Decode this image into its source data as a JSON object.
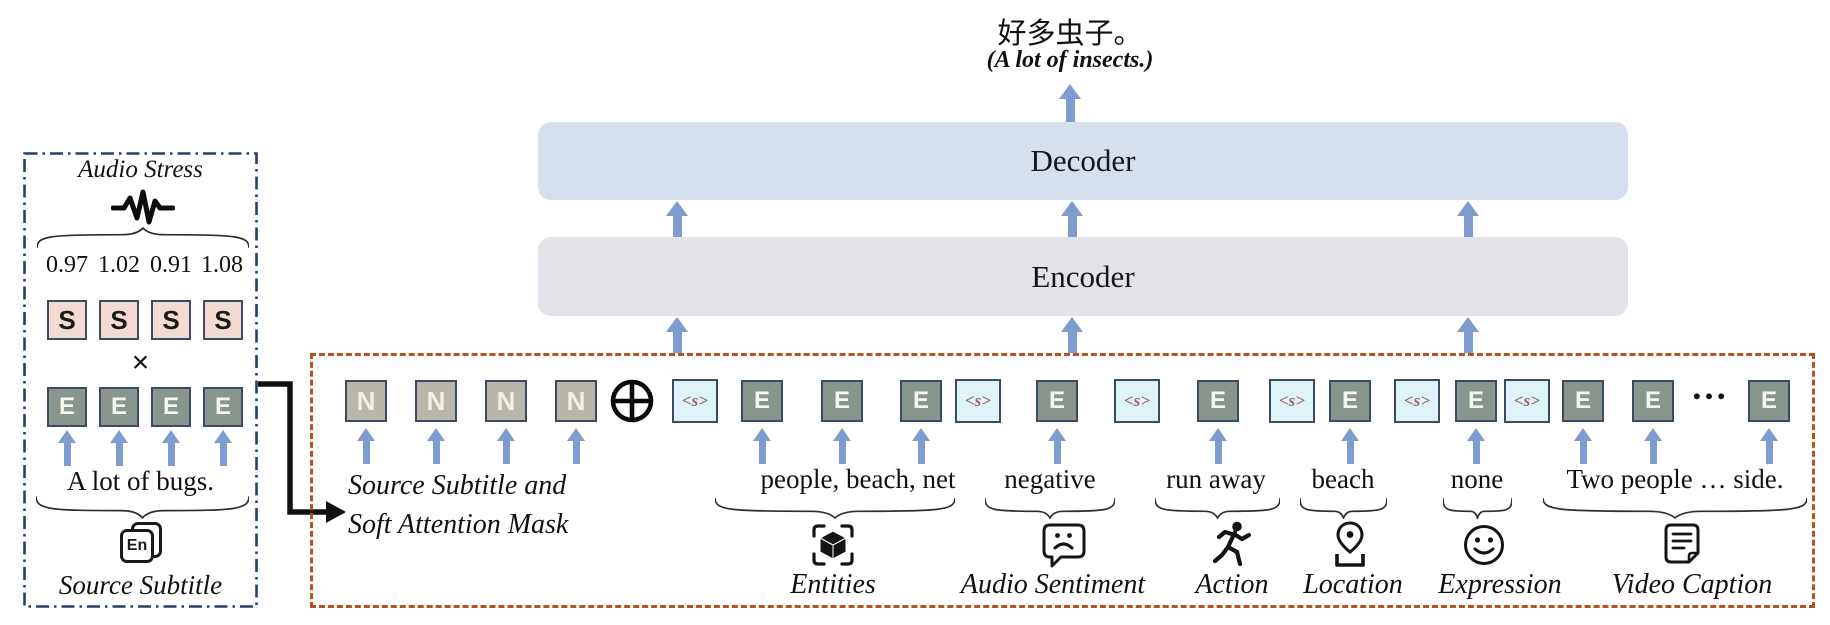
{
  "colors": {
    "arrow-blue": "#7f9cce",
    "decoder-fill": "#d6e0ec",
    "encoder-fill": "#e5e3e9",
    "orange-border": "#b4541e",
    "navy-border": "#24406b",
    "token-border": "#3d4a63",
    "n-fill": "#b9b6ac",
    "s-fill": "#f3dbd4",
    "e-fill": "#88968e",
    "sep-fill": "#dff4f7",
    "sep-text": "#9e6069"
  },
  "output": {
    "target_text": "好多虫子。",
    "gloss": "(A lot of insects.)"
  },
  "model": {
    "decoder_label": "Decoder",
    "encoder_label": "Encoder"
  },
  "audio_stress_panel": {
    "title": "Audio Stress",
    "waveform_icon": "waveform-icon",
    "stress_values": [
      "0.97",
      "1.02",
      "0.91",
      "1.08"
    ],
    "stress_tokens": [
      "S",
      "S",
      "S",
      "S"
    ],
    "multiply_symbol": "×",
    "embedding_tokens": [
      "E",
      "E",
      "E",
      "E"
    ],
    "subtitle_text": "A lot of bugs.",
    "subtitle_icon_label": "En",
    "panel_label": "Source Subtitle"
  },
  "input_panel": {
    "mask_label": {
      "line1": "Source Subtitle and",
      "line2": "Soft Attention Mask"
    },
    "combine_symbol": "⊕",
    "ellipsis": "…",
    "n_tokens": [
      "N",
      "N",
      "N",
      "N"
    ],
    "sep_tokens": [
      "<s>",
      "<s>",
      "<s>",
      "<s>",
      "<s>",
      "<s>"
    ],
    "e_tokens": [
      "E",
      "E",
      "E",
      "E",
      "E",
      "E",
      "E",
      "E",
      "E",
      "E"
    ],
    "groups": [
      {
        "value": "people, beach, net",
        "category": "Entities",
        "icon": "entities-cube-icon"
      },
      {
        "value": "negative",
        "category": "Audio Sentiment",
        "icon": "sad-face-bubble-icon"
      },
      {
        "value": "run away",
        "category": "Action",
        "icon": "running-person-icon"
      },
      {
        "value": "beach",
        "category": "Location",
        "icon": "map-pin-icon"
      },
      {
        "value": "none",
        "category": "Expression",
        "icon": "smiley-face-icon"
      },
      {
        "value": "Two people … side.",
        "category": "Video Caption",
        "icon": "document-note-icon"
      }
    ]
  }
}
